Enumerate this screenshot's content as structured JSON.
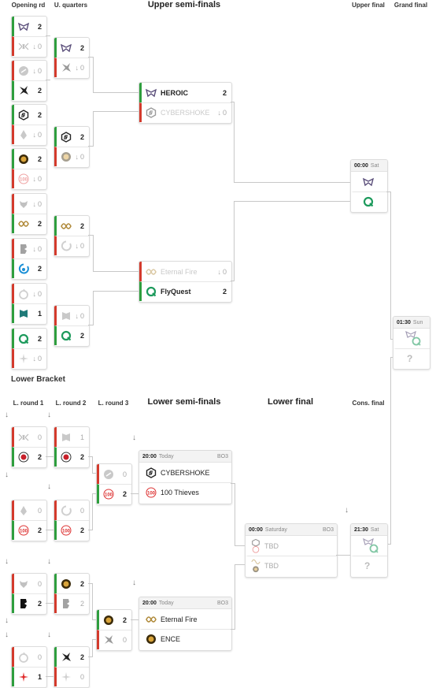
{
  "headers": {
    "opening": "Opening rd",
    "uquarters": "U. quarters",
    "usemis": "Upper semi-finals",
    "ufinal": "Upper final",
    "gfinal": "Grand final",
    "lower_bracket": "Lower Bracket",
    "lr1": "L. round 1",
    "lr2": "L. round 2",
    "lr3": "L. round 3",
    "lsemis": "Lower semi-finals",
    "lfinal": "Lower final",
    "cons": "Cons. final"
  },
  "semis": {
    "heroic": "HEROIC",
    "heroic_score": "2",
    "cybershoke": "CYBERSHOKE",
    "cybershoke_score": "0",
    "eternal": "Eternal Fire",
    "eternal_score": "0",
    "flyquest": "FlyQuest",
    "flyquest_score": "2"
  },
  "upper_final": {
    "time": "00:00",
    "day": "Sat"
  },
  "grand_final": {
    "time": "01:30",
    "day": "Sun",
    "tbd": "?"
  },
  "lsemi1": {
    "time": "20:00",
    "day": "Today",
    "bo": "BO3",
    "team1": "CYBERSHOKE",
    "team2": "100 Thieves"
  },
  "lsemi2": {
    "time": "20:00",
    "day": "Today",
    "bo": "BO3",
    "team1": "Eternal Fire",
    "team2": "ENCE"
  },
  "lfinal": {
    "time": "00:00",
    "day": "Saturday",
    "bo": "BO3",
    "team1": "TBD",
    "team2": "TBD"
  },
  "cons": {
    "time": "21:30",
    "day": "Sat",
    "tbd": "?"
  },
  "drop_arrow": "↓",
  "scores": {
    "two": "2",
    "zero": "0",
    "one": "1"
  },
  "colors": {
    "win": "#2e9e3e",
    "lose": "#d33a2c",
    "flyquest": "#1d9a5c",
    "heroic": "#5a4e7a"
  }
}
